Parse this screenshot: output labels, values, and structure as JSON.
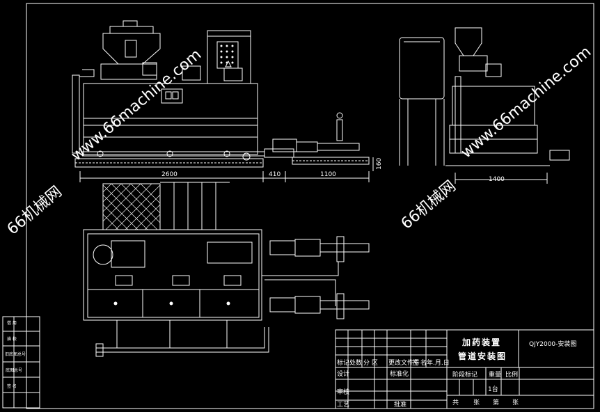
{
  "drawing": {
    "title_line1": "加药装置",
    "title_line2": "管道安装图",
    "drawing_code": "QJY2000-安装图",
    "quantity_value": "1台"
  },
  "dimensions": {
    "tank_length": "2600",
    "gap_1": "410",
    "pump_length": "1100",
    "height_160": "160",
    "side_width": "1400"
  },
  "title_block": {
    "mark": "标记",
    "count": "处数",
    "zone": "分 区",
    "change_doc": "更改文件号",
    "signature": "签 名",
    "date": "年.月.日",
    "design": "设计",
    "standardize": "标准化",
    "stage_mark": "阶段标记",
    "weight": "重量",
    "scale": "比例",
    "check": "审核",
    "process": "工艺",
    "approve": "批准",
    "sheet_total": "共",
    "sheet_label": "张",
    "sheet_no": "第",
    "sheet_label2": "张"
  },
  "side_table": {
    "row1": "借 用",
    "row2": "描 校",
    "row3": "旧底图总号",
    "row4": "底图总号",
    "row5": "签 名"
  },
  "watermarks": {
    "url": "www.66machine.com",
    "brand": "66机械网"
  }
}
